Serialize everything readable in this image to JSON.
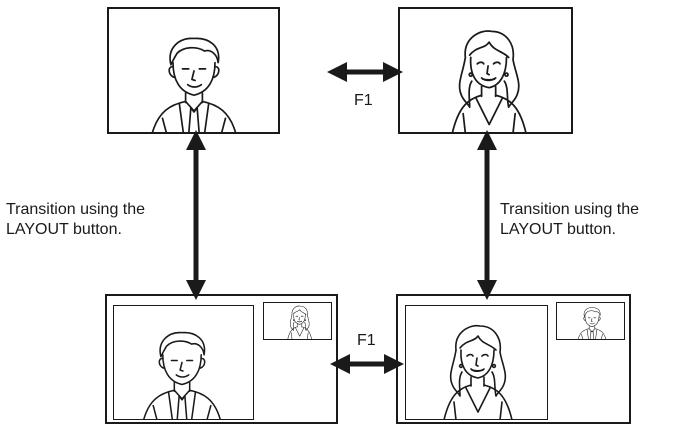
{
  "labels": {
    "f1_top": "F1",
    "f1_bottom": "F1",
    "transition_left_line1": "Transition using the",
    "transition_left_line2": "LAYOUT button.",
    "transition_right_line1": "Transition using the",
    "transition_right_line2": "LAYOUT button."
  },
  "screens": [
    {
      "name": "single-man",
      "content": "man-portrait"
    },
    {
      "name": "single-woman",
      "content": "woman-portrait"
    },
    {
      "name": "pip-man-main-woman-inset",
      "content": "man-portrait",
      "inset": "woman-portrait"
    },
    {
      "name": "pip-woman-main-man-inset",
      "content": "woman-portrait",
      "inset": "man-portrait"
    }
  ],
  "colors": {
    "line": "#1a1a1a",
    "background": "#ffffff"
  }
}
